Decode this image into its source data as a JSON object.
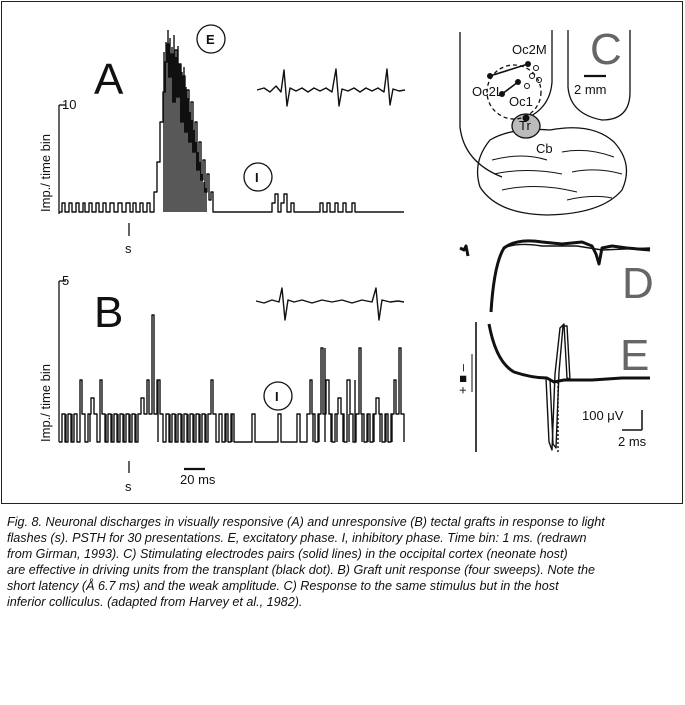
{
  "figure": {
    "panel_a": {
      "letter": "A",
      "y_tick": "10",
      "y_label": "Imp./ time bin",
      "stimulus_marker": "s",
      "excitatory_marker": "E",
      "inhibitory_marker": "I"
    },
    "panel_b": {
      "letter": "B",
      "y_tick": "5",
      "y_label": "Imp./ time bin",
      "stimulus_marker": "s",
      "inhibitory_marker": "I",
      "time_scale": "20 ms"
    },
    "panel_c": {
      "letter": "C",
      "scale": "2 mm",
      "labels": [
        "Oc2M",
        "Oc2L",
        "Oc1",
        "Tr",
        "Cb"
      ]
    },
    "panel_d": {
      "letter": "D"
    },
    "panel_e": {
      "letter": "E",
      "amplitude_scale": "100 μV",
      "time_scale": "2 ms",
      "polarity": "+ ■ –"
    }
  },
  "caption_lines": [
    "Fig. 8. Neuronal discharges in visually responsive (A) and unresponsive (B) tectal grafts in response to light",
    "flashes (s). PSTH for 30 presentations. E, excitatory phase. I, inhibitory phase. Time bin: 1 ms. (redrawn",
    "from Girman, 1993). C) Stimulating electrodes pairs (solid lines) in the occipital cortex (neonate host)",
    "are effective in driving units from the transplant (black dot). B) Graft unit response (four sweeps). Note the",
    "short latency (Å 6.7 ms) and the weak amplitude. C) Response to the same stimulus but in the host",
    "inferior colliculus. (adapted from Harvey et al., 1982)."
  ]
}
